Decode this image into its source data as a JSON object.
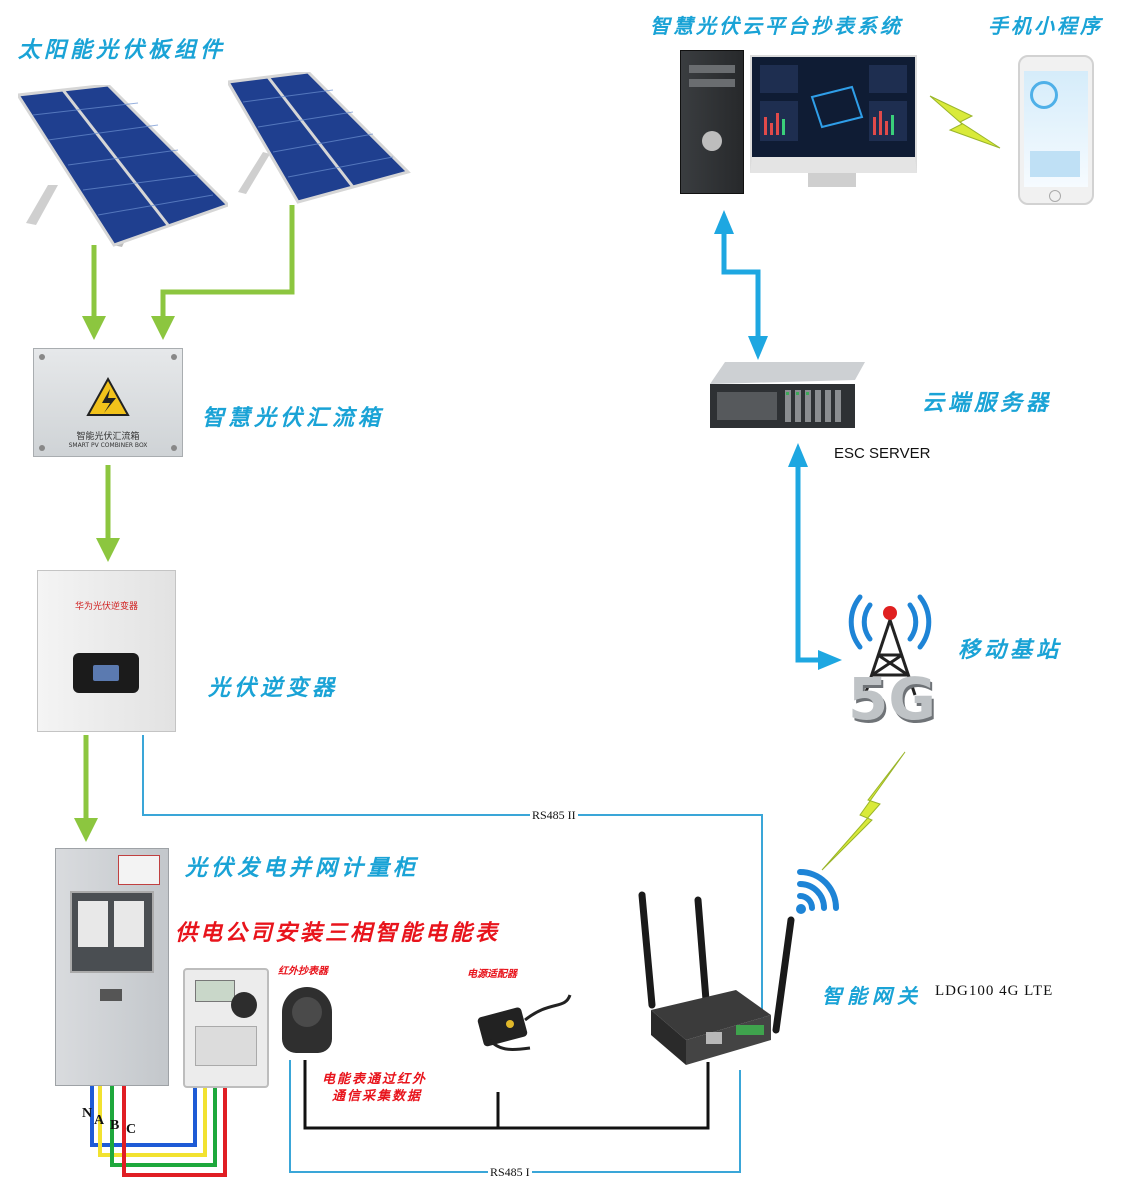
{
  "labels": {
    "solar_panels": "太阳能光伏板组件",
    "combiner_box": "智慧光伏汇流箱",
    "inverter": "光伏逆变器",
    "metering_cabinet": "光伏发电并网计量柜",
    "utility_meter": "供电公司安装三相智能电能表",
    "cloud_platform": "智慧光伏云平台抄表系统",
    "mini_program": "手机小程序",
    "cloud_server": "云端服务器",
    "server_name": "ESC SERVER",
    "base_station": "移动基站",
    "gateway": "智能网关",
    "gateway_model": "LDG100 4G LTE",
    "ir_reader": "红外抄表器",
    "power_adapter": "电源适配器",
    "ir_note_line1": "电能表通过红外",
    "ir_note_line2": "通信采集数据",
    "rs485_2": "RS485 II",
    "rs485_1": "RS485 I",
    "phase_n": "N",
    "phase_a": "A",
    "phase_b": "B",
    "phase_c": "C",
    "combiner_plate_1": "智能光伏汇流箱",
    "combiner_plate_2": "SMART PV COMBINER BOX",
    "inverter_plate": "华为光伏逆变器",
    "tower_text": "5G"
  },
  "colors": {
    "label_blue": "#1aa3d6",
    "arrow_green": "#8cc63f",
    "arrow_blue": "#1ea7e1",
    "lightning": "#d9ea3a",
    "red_text": "#e8141c"
  }
}
